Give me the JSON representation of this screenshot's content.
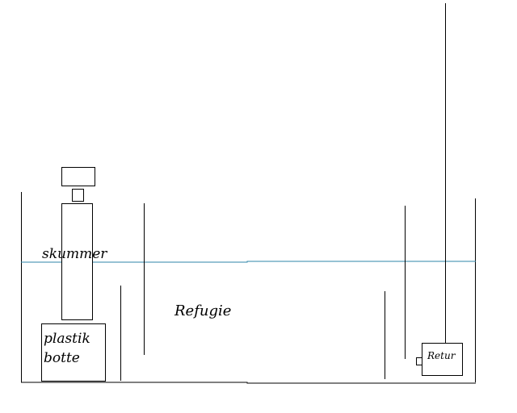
{
  "labels": {
    "skimmer": "skummer",
    "refugium": "Refugie",
    "bucket_line1": "plastik",
    "bucket_line2": "botte",
    "return_pump": "Retur"
  },
  "colors": {
    "lines": "#000000",
    "water_line": "#2e86a8",
    "background": "#ffffff"
  }
}
